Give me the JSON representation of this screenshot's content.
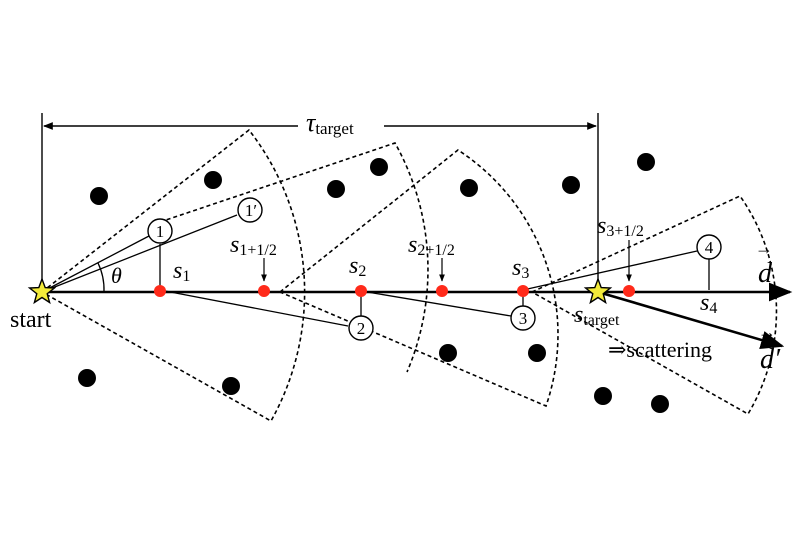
{
  "labels": {
    "tau": "τ",
    "tau_sub": "target",
    "theta": "θ",
    "start": "start",
    "s": "s",
    "s1_sub": "1",
    "s1h_sub": "1+1/2",
    "s2_sub": "2",
    "s2h_sub": "2+1/2",
    "s3_sub": "3",
    "s3h_sub": "3+1/2",
    "s4_sub": "4",
    "starget_sub": "target",
    "d": "d",
    "d_prime": "d′",
    "vec_arrow": "→",
    "scattering": "⇒scattering",
    "c1": "1",
    "c1p": "1′",
    "c2": "2",
    "c3": "3",
    "c4": "4"
  },
  "colors": {
    "ink": "#000000",
    "sample_point": "#ff2a1a",
    "star_fill": "#f2ea3a",
    "particle": "#000000"
  }
}
